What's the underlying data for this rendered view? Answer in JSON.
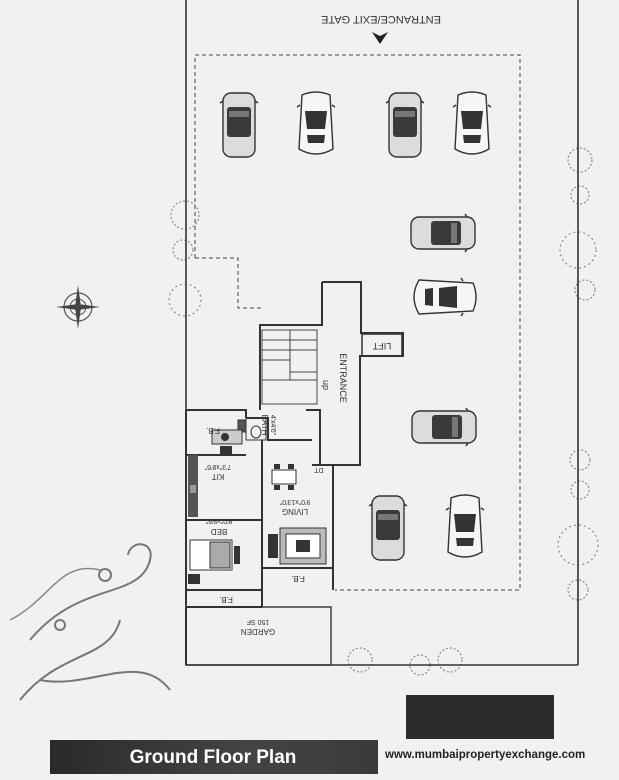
{
  "labels": {
    "gate": "ENTRANCE/EXIT GATE",
    "entrance": "ENTRANCE",
    "lift": "LIFT",
    "up": "up",
    "bath": "BATH",
    "bath_size": "4'x4'6\"",
    "fb_top": "F.B.",
    "kit": "KIT",
    "kit_size": "7'3\"x8'6\"",
    "dt": "DT",
    "living": "LIVING",
    "living_size": "9'0\"x13'0\"",
    "bed": "BED",
    "bed_size": "9'0\"x9'6\"",
    "fb_mid": "F.B.",
    "fb_bottom": "F.B.",
    "garden": "GARDEN",
    "garden_size": "150 SF"
  },
  "footer": {
    "title": "Ground Floor Plan",
    "website": "www.mumbaipropertyexchange.com"
  },
  "colors": {
    "line": "#333333",
    "car": "#3a3a3a",
    "ornament": "#8a8a8a",
    "title_bar": "#333333"
  }
}
